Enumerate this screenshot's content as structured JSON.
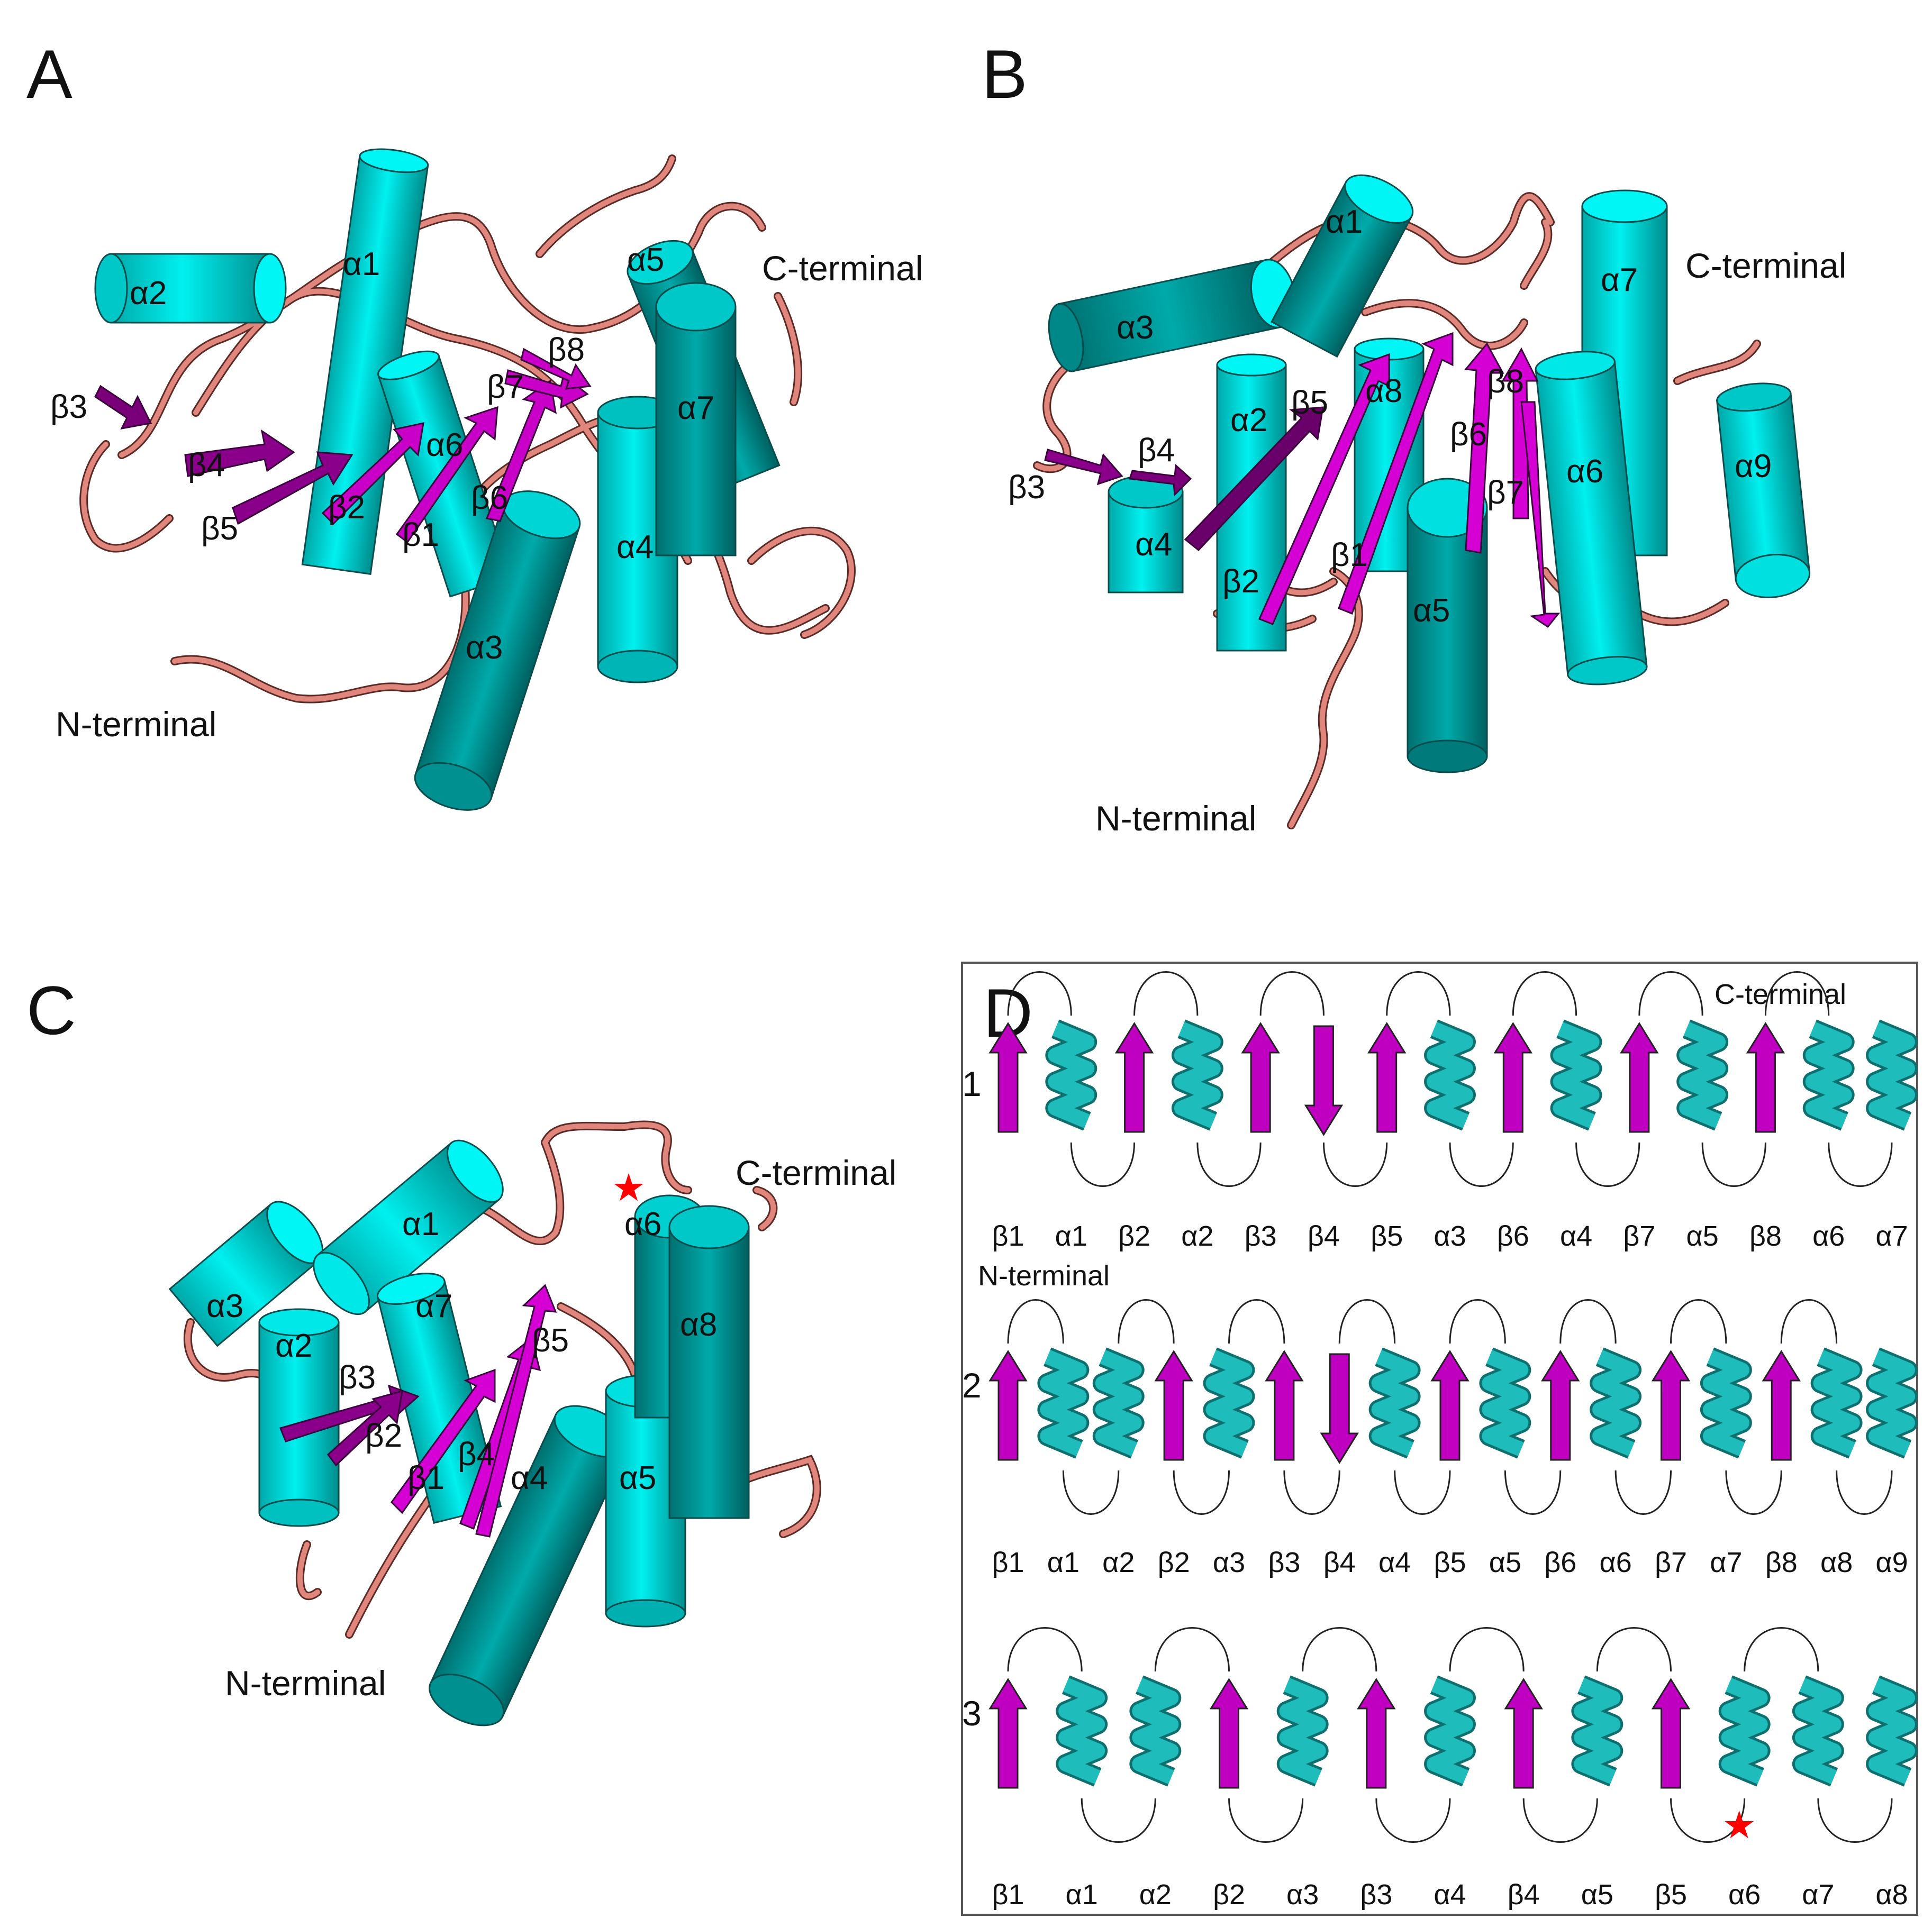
{
  "colors": {
    "helix_light": "#00f2f2",
    "helix_dark": "#009a9a",
    "strand": "#d400d4",
    "strand_dark": "#7a007a",
    "loop": "#e0867c",
    "topo_helix": "#19b0b0",
    "topo_strand": "#c000c0",
    "star": "#ff0000"
  },
  "panels": [
    {
      "letter": "A",
      "helices": [
        "α1",
        "α2",
        "α3",
        "α4",
        "α5",
        "α6",
        "α7"
      ],
      "strands": [
        "β1",
        "β2",
        "β3",
        "β4",
        "β5",
        "β6",
        "β7",
        "β8"
      ],
      "n_terminal": "N-terminal",
      "c_terminal": "C-terminal"
    },
    {
      "letter": "B",
      "helices": [
        "α1",
        "α2",
        "α3",
        "α4",
        "α5",
        "α6",
        "α7",
        "α8",
        "α9"
      ],
      "strands": [
        "β1",
        "β2",
        "β3",
        "β4",
        "β5",
        "β6",
        "β7",
        "β8"
      ],
      "n_terminal": "N-terminal",
      "c_terminal": "C-terminal"
    },
    {
      "letter": "C",
      "helices": [
        "α1",
        "α2",
        "α3",
        "α4",
        "α5",
        "α6",
        "α7",
        "α8"
      ],
      "strands": [
        "β1",
        "β2",
        "β3",
        "β4",
        "β5"
      ],
      "n_terminal": "N-terminal",
      "c_terminal": "C-terminal",
      "star": "★"
    }
  ],
  "topology": {
    "letter": "D",
    "rows": [
      {
        "number": "1",
        "elements": [
          "β1",
          "α1",
          "β2",
          "α2",
          "β3",
          "β4",
          "β5",
          "α3",
          "β6",
          "α4",
          "β7",
          "α5",
          "β8",
          "α6",
          "α7"
        ],
        "n_terminal": "N-terminal",
        "c_terminal": "C-terminal"
      },
      {
        "number": "2",
        "elements": [
          "β1",
          "α1",
          "α2",
          "β2",
          "α3",
          "β3",
          "β4",
          "α4",
          "β5",
          "α5",
          "β6",
          "α6",
          "β7",
          "α7",
          "β8",
          "α8",
          "α9"
        ]
      },
      {
        "number": "3",
        "elements": [
          "β1",
          "α1",
          "α2",
          "β2",
          "α3",
          "β3",
          "α4",
          "β4",
          "α5",
          "β5",
          "α6",
          "α7",
          "α8"
        ],
        "star": "★"
      }
    ]
  }
}
